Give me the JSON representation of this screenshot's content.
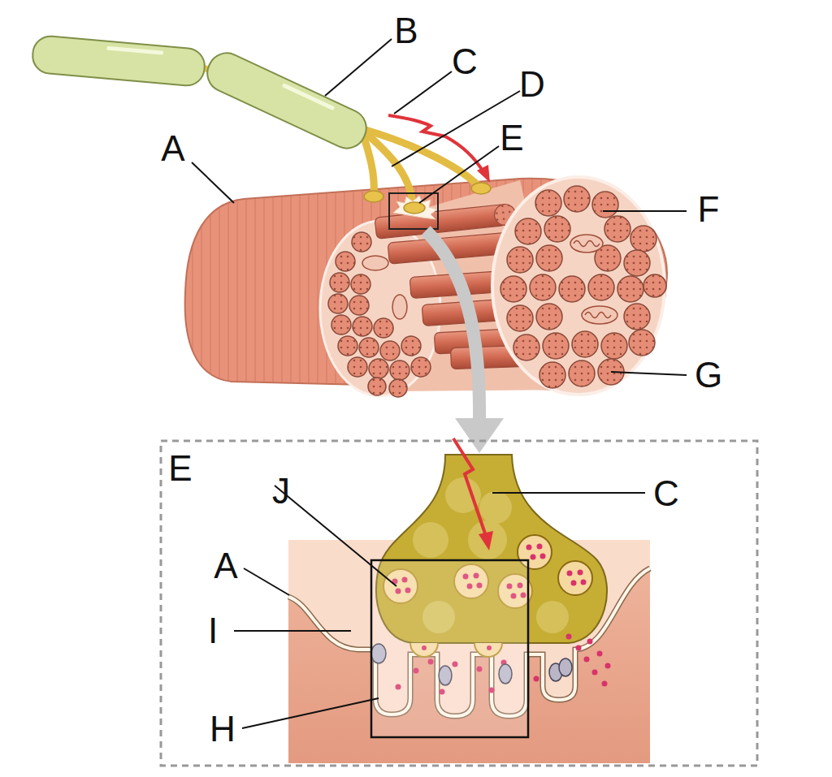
{
  "diagram": {
    "labels": [
      "B",
      "C",
      "D",
      "E",
      "A",
      "F",
      "G",
      "E",
      "J",
      "C",
      "A",
      "I",
      "H"
    ]
  }
}
